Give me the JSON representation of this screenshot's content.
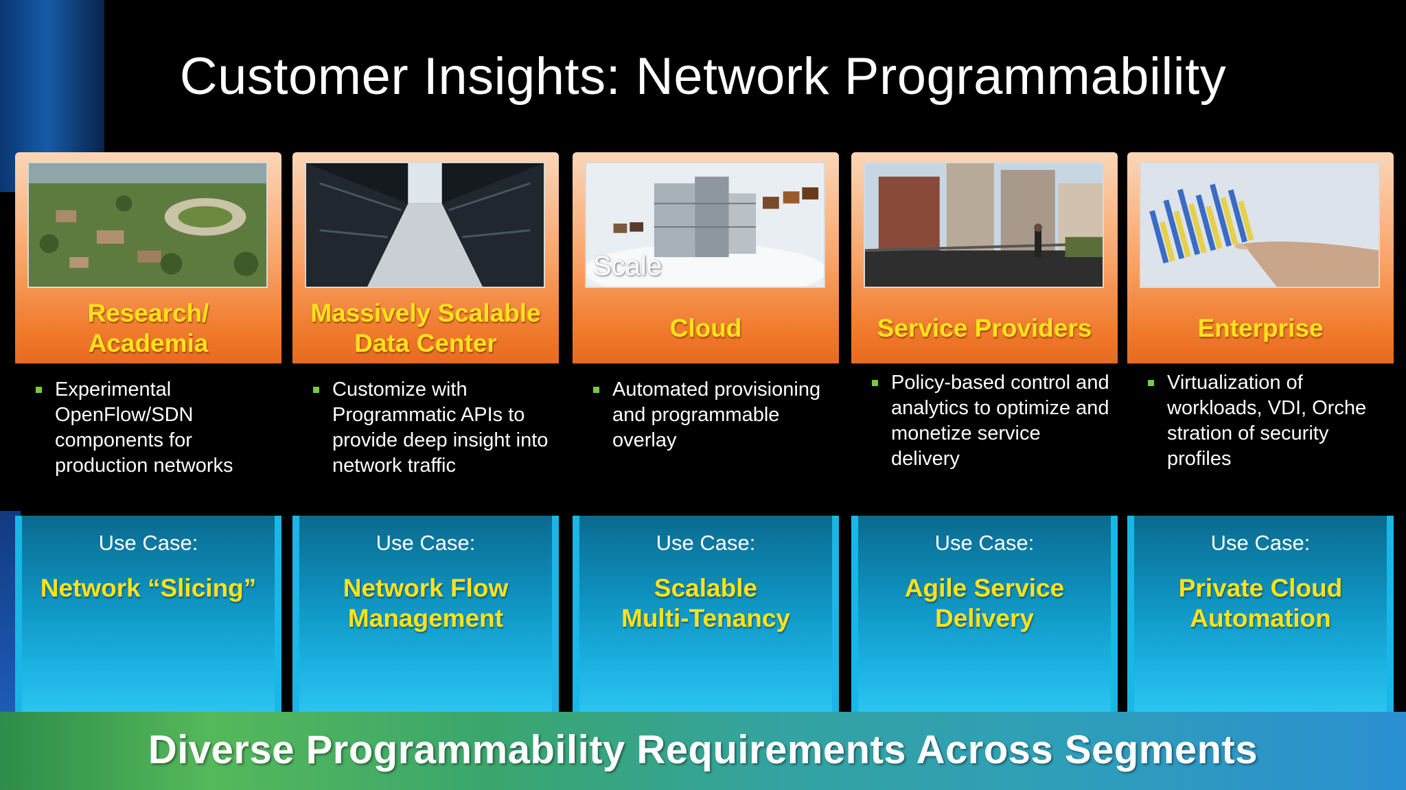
{
  "slide": {
    "title": "Customer Insights: Network Programmability",
    "banner": "Diverse Programmability Requirements Across Segments"
  },
  "columns": [
    {
      "header": "Research/\nAcademia",
      "bullet": "Experimental OpenFlow/SDN components for production networks",
      "usecase_label": "Use Case:",
      "usecase_value": "Network “Slicing”"
    },
    {
      "header": "Massively Scalable\nData Center",
      "bullet": "Customize with Programmatic APIs to provide deep insight into network traffic",
      "usecase_label": "Use Case:",
      "usecase_value": "Network Flow\nManagement"
    },
    {
      "header": "Cloud",
      "photo_caption": "Scale",
      "bullet": "Automated provisioning and programmable overlay",
      "usecase_label": "Use Case:",
      "usecase_value": "Scalable\nMulti-Tenancy"
    },
    {
      "header": "Service Providers",
      "bullet": "Policy-based control and analytics to optimize and monetize service delivery",
      "usecase_label": "Use Case:",
      "usecase_value": "Agile Service\nDelivery"
    },
    {
      "header": "Enterprise",
      "bullet": "Virtualization of workloads, VDI, Orche stration of security profiles",
      "usecase_label": "Use Case:",
      "usecase_value": "Private Cloud\nAutomation"
    }
  ],
  "colors": {
    "header_text": "#ffe21c",
    "bullet_marker": "#7ac943",
    "header_gradient_end": "#e76a1f",
    "usecase_blue": "#1ab0e0"
  }
}
